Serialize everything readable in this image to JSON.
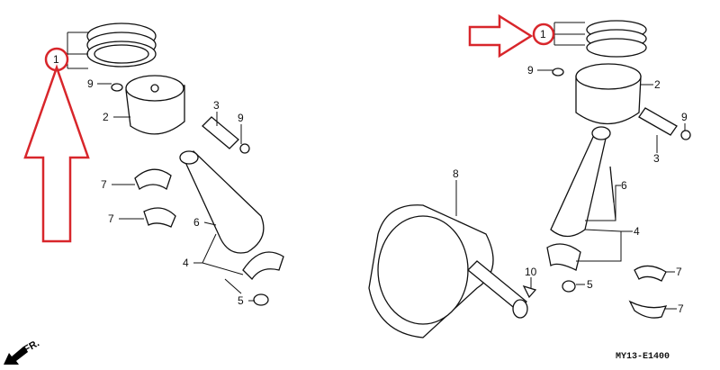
{
  "diagram": {
    "title_code": "MY13-E1400",
    "direction_label": "FR.",
    "accent_color": "#d8262b",
    "left_assembly": {
      "labels": [
        "1",
        "9",
        "2",
        "3",
        "9",
        "7",
        "7",
        "6",
        "4",
        "5"
      ]
    },
    "right_assembly": {
      "labels": [
        "1",
        "9",
        "2",
        "9",
        "3",
        "8",
        "6",
        "4",
        "10",
        "5",
        "7",
        "7"
      ]
    }
  }
}
